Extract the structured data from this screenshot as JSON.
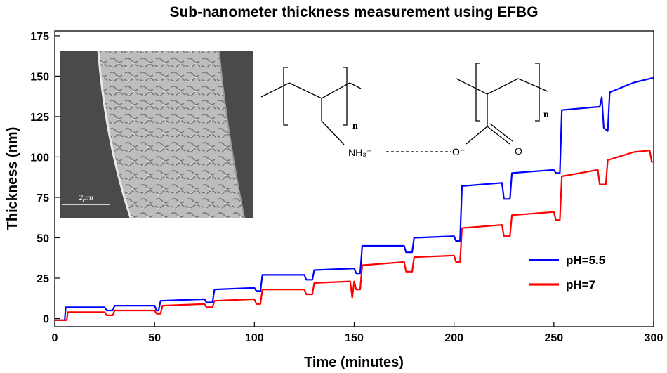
{
  "chart_data": {
    "type": "line",
    "title": "Sub-nanometer thickness measurement using EFBG",
    "xlabel": "Time (minutes)",
    "ylabel": "Thickness (nm)",
    "xlim": [
      0,
      300
    ],
    "ylim": [
      -5,
      178
    ],
    "xticks": [
      0,
      50,
      100,
      150,
      200,
      250,
      300
    ],
    "yticks": [
      0,
      25,
      50,
      75,
      100,
      125,
      150,
      175
    ],
    "grid": false,
    "legend_position": "bottom-right",
    "series": [
      {
        "name": "pH=5.5",
        "color": "#0000ff",
        "x": [
          0,
          5,
          5.5,
          25,
          26,
          29,
          30,
          50,
          51,
          52,
          53,
          75,
          76,
          79,
          80,
          100,
          101,
          103,
          104,
          125,
          126,
          129,
          130,
          150,
          151,
          153,
          154,
          175,
          176,
          179,
          180,
          200,
          201,
          203,
          204,
          224,
          225,
          228,
          229,
          250,
          251,
          253,
          254,
          272,
          273,
          274,
          275,
          277,
          278,
          290,
          300
        ],
        "y": [
          -1,
          -1,
          7,
          7,
          5,
          5,
          8,
          8,
          5,
          5,
          11,
          12,
          10,
          10,
          18,
          19,
          17,
          17,
          27,
          27,
          24,
          24,
          30,
          31,
          28,
          28,
          45,
          45,
          41,
          41,
          50,
          51,
          48,
          48,
          82,
          84,
          74,
          74,
          90,
          92,
          90,
          90,
          129,
          131,
          131,
          137,
          118,
          116,
          140,
          146,
          149
        ]
      },
      {
        "name": "pH=7",
        "color": "#ff0000",
        "x": [
          0,
          6,
          6.5,
          25,
          26,
          29,
          30,
          50,
          51,
          53,
          54,
          75,
          76,
          79,
          80,
          100,
          101,
          103,
          104,
          125,
          126,
          129,
          130,
          148,
          149,
          150,
          151,
          153,
          154,
          175,
          176,
          179,
          180,
          200,
          201,
          203,
          204,
          224,
          225,
          228,
          229,
          250,
          251,
          253,
          254,
          272,
          273,
          276,
          277,
          290,
          298,
          299,
          300
        ],
        "y": [
          -1,
          -1,
          4,
          4,
          2,
          2,
          5,
          5,
          3,
          3,
          8,
          9,
          7,
          7,
          11,
          12,
          9,
          9,
          18,
          18,
          15,
          15,
          22,
          23,
          13,
          23,
          18,
          18,
          33,
          35,
          29,
          29,
          38,
          39,
          35,
          35,
          56,
          58,
          51,
          51,
          64,
          66,
          61,
          61,
          88,
          92,
          83,
          83,
          98,
          103,
          104,
          97,
          97
        ]
      }
    ],
    "annotations": {
      "scale_bar": "2μm",
      "monomer_n_left": "n",
      "monomer_n_right": "n",
      "amine": "NH₃⁺",
      "carboxylate_o_minus": "O⁻",
      "carbonyl_o": "O"
    }
  }
}
